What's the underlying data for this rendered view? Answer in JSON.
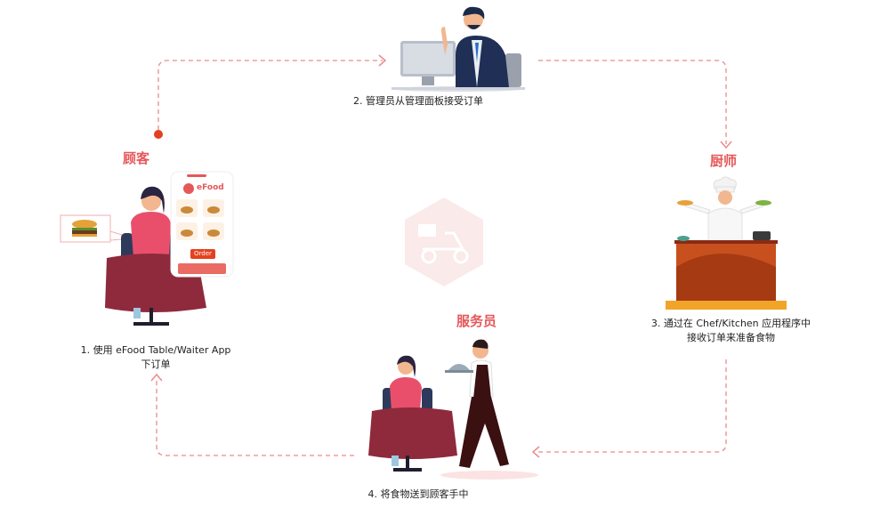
{
  "roles": {
    "customer": "顾客",
    "chef": "厨师",
    "waiter": "服务员"
  },
  "steps": {
    "step1_line1": "1. 使用 eFood Table/Waiter App",
    "step1_line2": "下订单",
    "step2": "2. 管理员从管理面板接受订单",
    "step3_line1": "3. 通过在 Chef/Kitchen 应用程序中",
    "step3_line2": "接收订单来准备食物",
    "step4": "4. 将食物送到顾客手中"
  },
  "phone": {
    "brand": "eFood",
    "order_button": "Order"
  },
  "colors": {
    "accent": "#e5585a",
    "dashed_line": "#ec8a8a",
    "tablecloth": "#8e2a3c",
    "counter": "#c8501e"
  }
}
